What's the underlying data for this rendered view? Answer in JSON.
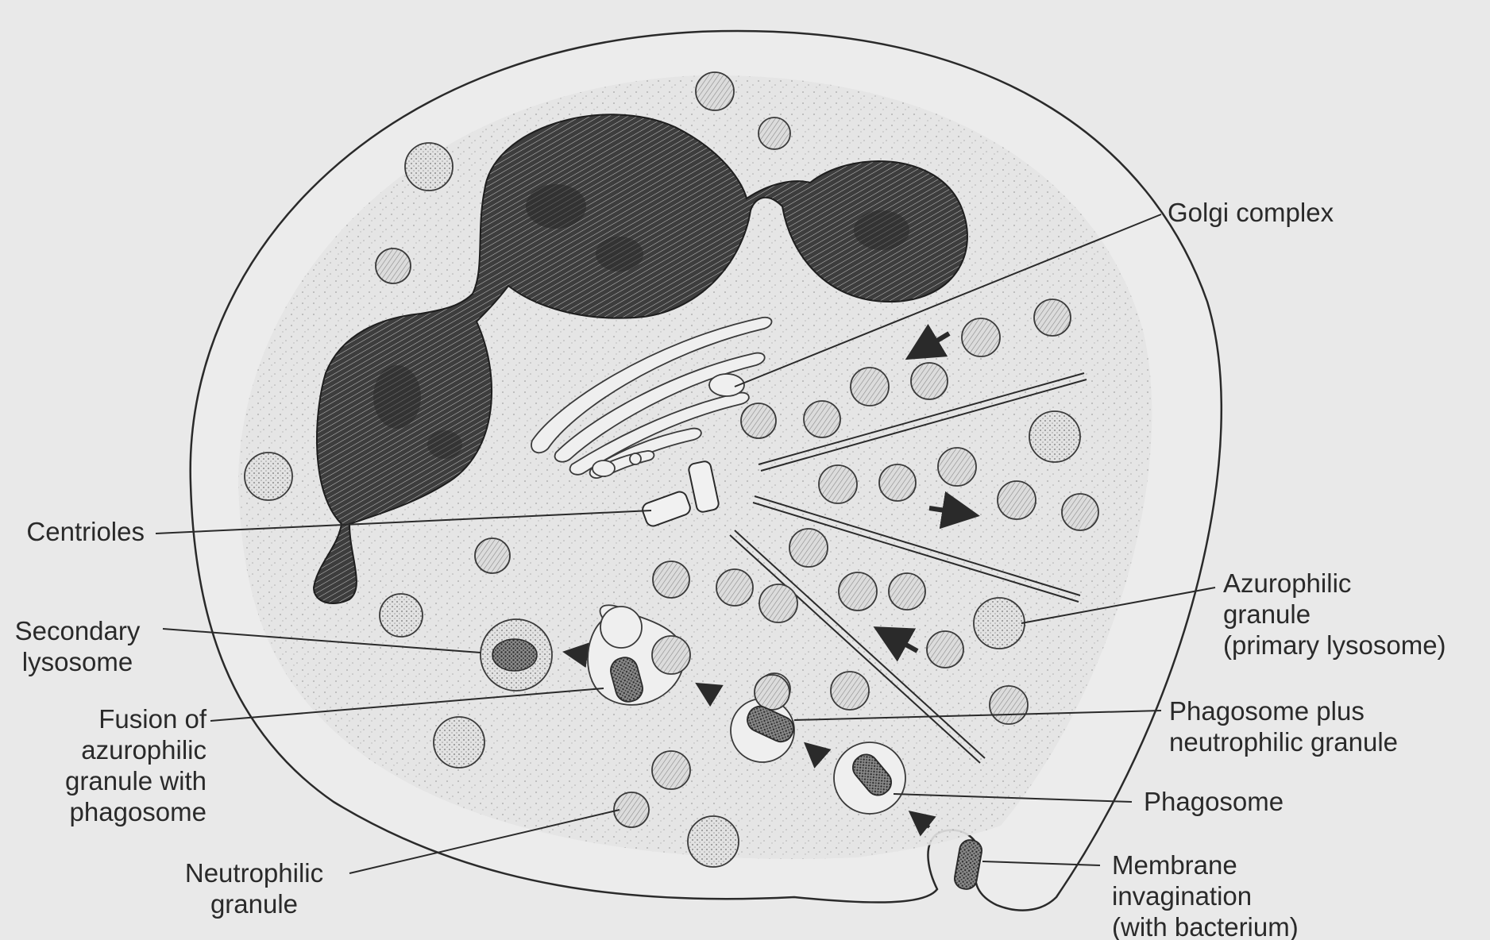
{
  "labels": {
    "golgi": "Golgi complex",
    "centrioles": "Centrioles",
    "secondary_lysosome": "Secondary\nlysosome",
    "fusion": "Fusion of\nazurophilic\ngranule with\nphagosome",
    "neutrophilic_granule": "Neutrophilic\ngranule",
    "azurophilic": "Azurophilic\ngranule\n(primary lysosome)",
    "phagosome_plus": "Phagosome plus\nneutrophilic granule",
    "phagosome": "Phagosome",
    "membrane": "Membrane\ninvagination\n(with bacterium)"
  },
  "colors": {
    "background": "#e9e9e9",
    "ink": "#2a2a2a",
    "nucleus": "#3a3a3a"
  }
}
